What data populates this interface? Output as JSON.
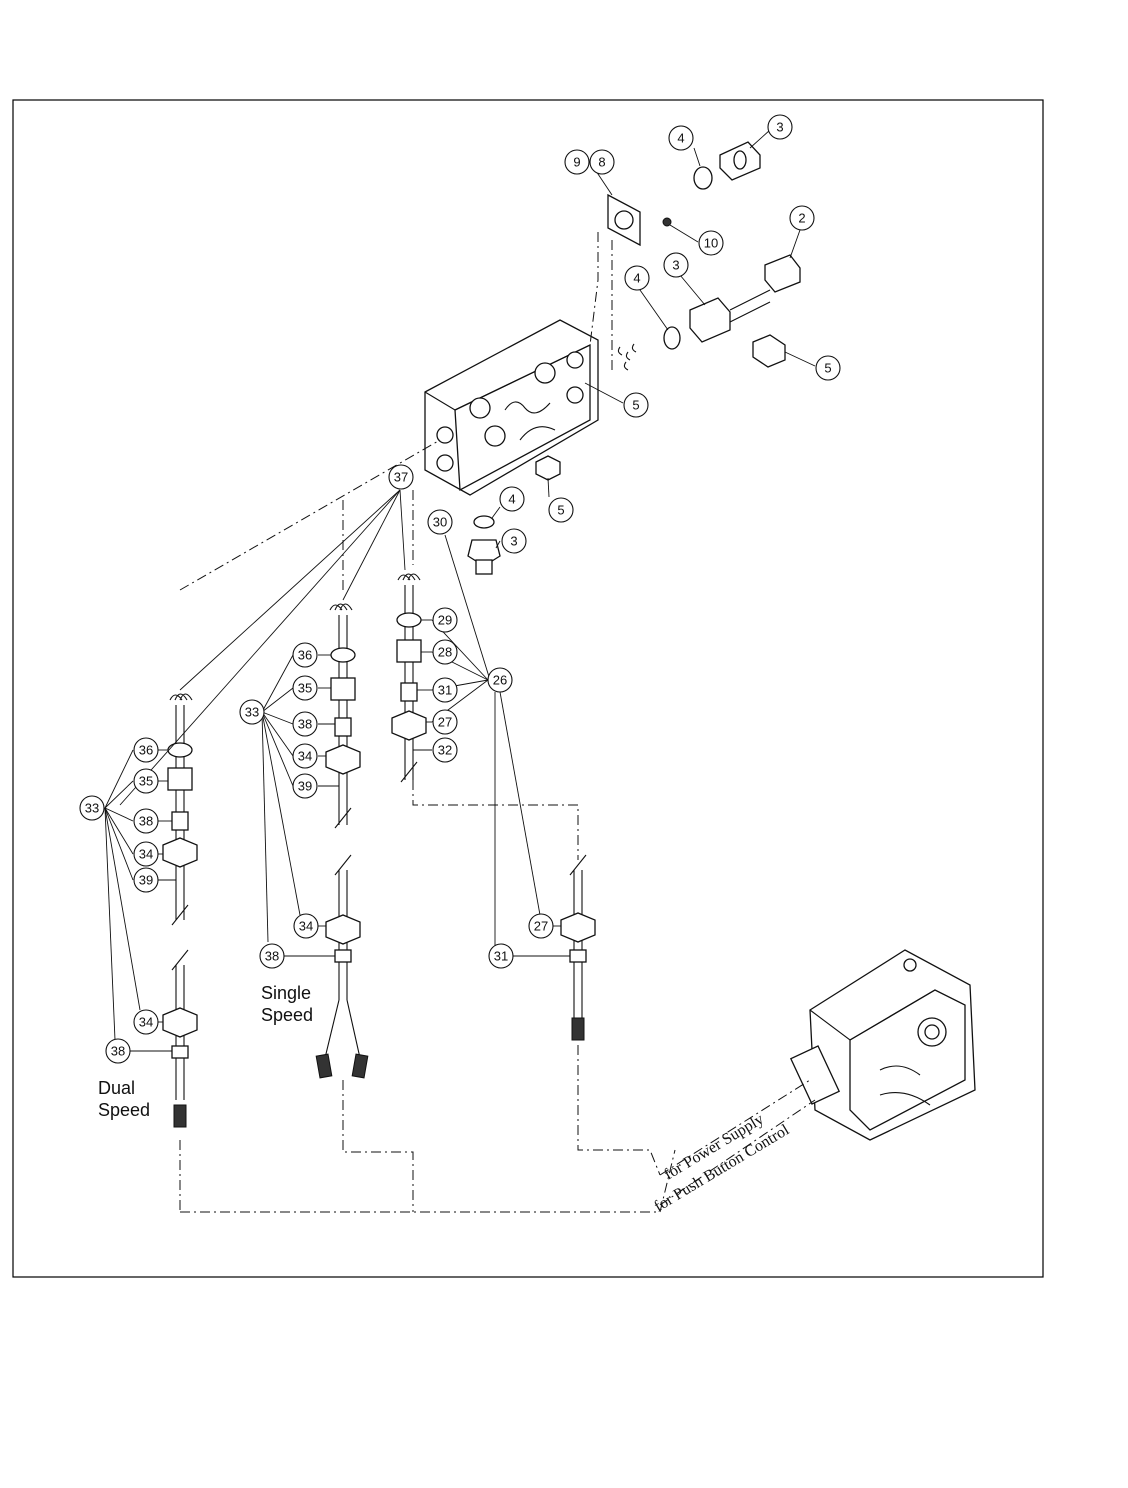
{
  "labels": {
    "dual_speed_line1": "Dual",
    "dual_speed_line2": "Speed",
    "single_speed_line1": "Single",
    "single_speed_line2": "Speed",
    "power_supply": "for Power Supply",
    "push_button": "for Push Button Control"
  },
  "balloons": {
    "b9": "9",
    "b8": "8",
    "b4top": "4",
    "b3top": "3",
    "b10": "10",
    "b2": "2",
    "b4mid": "4",
    "b3mid": "3",
    "b5right": "5",
    "b5box": "5",
    "b5bottom": "5",
    "b4low": "4",
    "b3low": "3",
    "b37": "37",
    "b30": "30",
    "b29": "29",
    "b28": "28",
    "b31a": "31",
    "b27a": "27",
    "b32": "32",
    "b26": "26",
    "b36s": "36",
    "b35s": "35",
    "b33s": "33",
    "b38s": "38",
    "b34s": "34",
    "b39s": "39",
    "b36d": "36",
    "b35d": "35",
    "b33d": "33",
    "b38d": "38",
    "b34d": "34",
    "b39d": "39",
    "b34s2": "34",
    "b38s2": "38",
    "b27b": "27",
    "b31b": "31",
    "b34d2": "34",
    "b38d2": "38"
  }
}
